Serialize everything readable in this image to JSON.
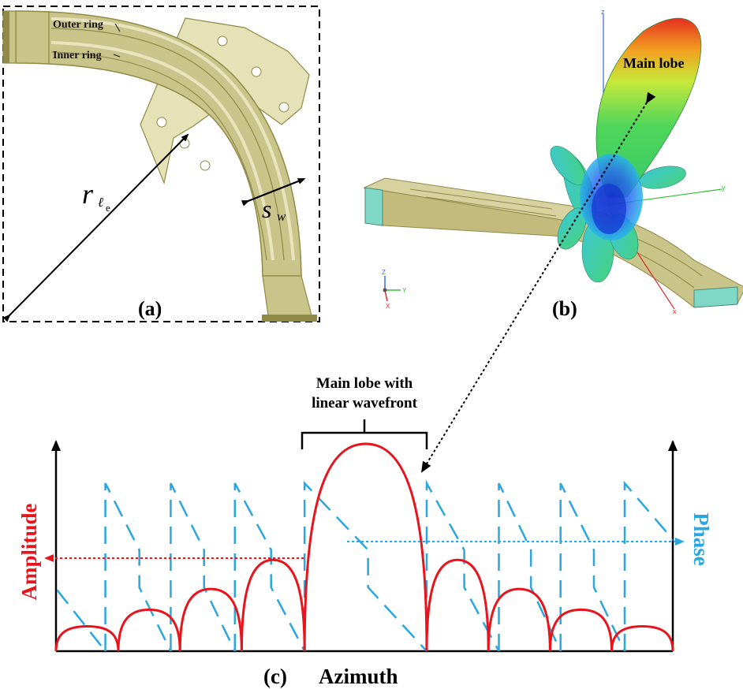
{
  "panel_a": {
    "caption": "(a)",
    "outer_ring_label": "Outer ring",
    "inner_ring_label": "Inner ring",
    "radius_symbol": "r",
    "radius_subscript": "ℓ",
    "radius_subsub": "e",
    "width_symbol": "s",
    "width_subscript": "w",
    "colors": {
      "metal": "#c9c48a",
      "metal_dark": "#8f8a45",
      "flange": "#e6e2b8"
    }
  },
  "panel_b": {
    "caption": "(b)",
    "main_lobe_label": "Main lobe",
    "axis_labels": {
      "z": "z",
      "y": "y",
      "x": "x"
    },
    "triad_labels": {
      "z": "Z",
      "y": "Y",
      "x": "X"
    },
    "colors": {
      "lobe_top": "#e53020",
      "lobe_mid": "#59d84a",
      "lobe_low": "#2a6cf0"
    }
  },
  "panel_c": {
    "caption": "(c)",
    "xlabel": "Azimuth",
    "left_axis_label": "Amplitude",
    "right_axis_label": "Phase",
    "annotation_line1": "Main lobe with",
    "annotation_line2": "linear wavefront",
    "colors": {
      "amplitude": "#e8141c",
      "phase": "#2aa6e0",
      "axis": "#000000"
    },
    "amplitude_lobes": [
      {
        "start": 0.0,
        "end": 0.101,
        "peak": 0.12
      },
      {
        "start": 0.101,
        "end": 0.201,
        "peak": 0.2
      },
      {
        "start": 0.201,
        "end": 0.301,
        "peak": 0.3
      },
      {
        "start": 0.301,
        "end": 0.403,
        "peak": 0.44
      },
      {
        "start": 0.403,
        "end": 0.601,
        "peak": 1.0
      },
      {
        "start": 0.601,
        "end": 0.701,
        "peak": 0.44
      },
      {
        "start": 0.701,
        "end": 0.801,
        "peak": 0.3
      },
      {
        "start": 0.801,
        "end": 0.901,
        "peak": 0.2
      },
      {
        "start": 0.901,
        "end": 1.0,
        "peak": 0.12
      }
    ],
    "phase_segments": [
      {
        "start": -0.09,
        "end": 0.08
      },
      {
        "start": 0.08,
        "end": 0.186
      },
      {
        "start": 0.186,
        "end": 0.29
      },
      {
        "start": 0.29,
        "end": 0.403
      },
      {
        "start": 0.403,
        "end": 0.601
      },
      {
        "start": 0.601,
        "end": 0.718
      },
      {
        "start": 0.718,
        "end": 0.818
      },
      {
        "start": 0.818,
        "end": 0.922
      },
      {
        "start": 0.922,
        "end": 1.1
      }
    ]
  }
}
